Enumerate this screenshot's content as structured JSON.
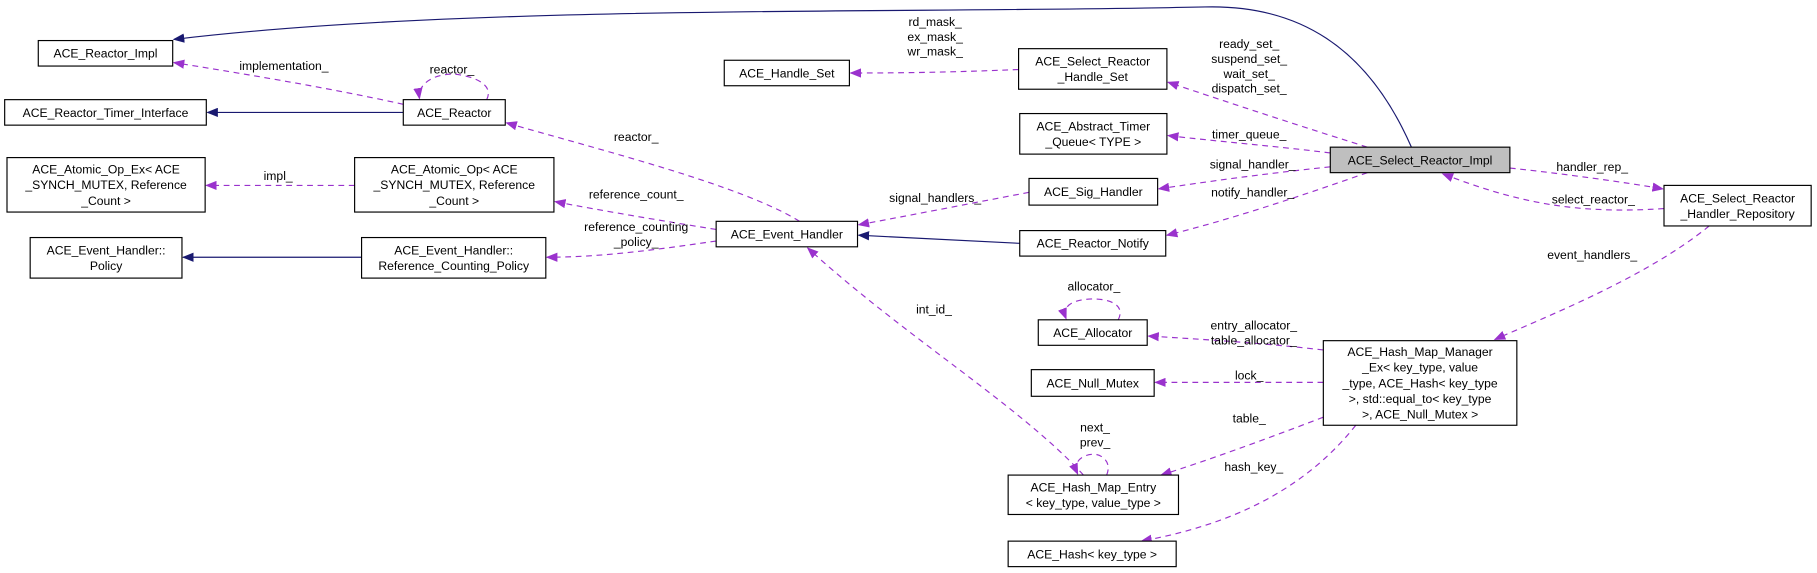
{
  "colors": {
    "inherit": "#191970",
    "member": "#9a32cd",
    "highlight_fill": "#bfbfbf"
  },
  "nodes": [
    {
      "id": "select_reactor_impl",
      "lines": [
        "ACE_Select_Reactor_Impl"
      ],
      "highlighted": true
    },
    {
      "id": "reactor_impl",
      "lines": [
        "ACE_Reactor_Impl"
      ]
    },
    {
      "id": "reactor",
      "lines": [
        "ACE_Reactor"
      ]
    },
    {
      "id": "reactor_timer_interface",
      "lines": [
        "ACE_Reactor_Timer_Interface"
      ]
    },
    {
      "id": "atomic_op_ex",
      "lines": [
        "ACE_Atomic_Op_Ex< ACE",
        "_SYNCH_MUTEX, Reference",
        "_Count >"
      ]
    },
    {
      "id": "atomic_op",
      "lines": [
        "ACE_Atomic_Op< ACE",
        "_SYNCH_MUTEX, Reference",
        "_Count >"
      ]
    },
    {
      "id": "eh_policy",
      "lines": [
        "ACE_Event_Handler::",
        "Policy"
      ]
    },
    {
      "id": "eh_ref_counting_policy",
      "lines": [
        "ACE_Event_Handler::",
        "Reference_Counting_Policy"
      ]
    },
    {
      "id": "event_handler",
      "lines": [
        "ACE_Event_Handler"
      ]
    },
    {
      "id": "handle_set",
      "lines": [
        "ACE_Handle_Set"
      ]
    },
    {
      "id": "select_reactor_handle_set",
      "lines": [
        "ACE_Select_Reactor",
        "_Handle_Set"
      ]
    },
    {
      "id": "abstract_timer_queue",
      "lines": [
        "ACE_Abstract_Timer",
        "_Queue< TYPE >"
      ]
    },
    {
      "id": "sig_handler",
      "lines": [
        "ACE_Sig_Handler"
      ]
    },
    {
      "id": "reactor_notify",
      "lines": [
        "ACE_Reactor_Notify"
      ]
    },
    {
      "id": "handler_repository",
      "lines": [
        "ACE_Select_Reactor",
        "_Handler_Repository"
      ]
    },
    {
      "id": "allocator",
      "lines": [
        "ACE_Allocator"
      ]
    },
    {
      "id": "null_mutex",
      "lines": [
        "ACE_Null_Mutex"
      ]
    },
    {
      "id": "hash_map_manager",
      "lines": [
        "ACE_Hash_Map_Manager",
        "_Ex< key_type, value",
        "_type, ACE_Hash< key_type",
        ">, std::equal_to< key_type",
        ">, ACE_Null_Mutex >"
      ]
    },
    {
      "id": "hash_map_entry",
      "lines": [
        "ACE_Hash_Map_Entry",
        "< key_type, value_type >"
      ]
    },
    {
      "id": "hash",
      "lines": [
        "ACE_Hash< key_type >"
      ]
    }
  ],
  "edges": [
    {
      "from": "select_reactor_impl",
      "to": "reactor_impl",
      "kind": "inherit",
      "label": []
    },
    {
      "from": "reactor",
      "to": "reactor_timer_interface",
      "kind": "inherit",
      "label": []
    },
    {
      "from": "eh_ref_counting_policy",
      "to": "eh_policy",
      "kind": "inherit",
      "label": []
    },
    {
      "from": "reactor_notify",
      "to": "event_handler",
      "kind": "inherit",
      "label": []
    },
    {
      "from": "reactor",
      "to": "reactor_impl",
      "kind": "member",
      "label": [
        "implementation_"
      ]
    },
    {
      "from": "reactor",
      "to": "reactor",
      "kind": "member",
      "label": [
        "reactor_"
      ]
    },
    {
      "from": "event_handler",
      "to": "reactor",
      "kind": "member",
      "label": [
        "reactor_"
      ]
    },
    {
      "from": "atomic_op",
      "to": "atomic_op_ex",
      "kind": "member",
      "label": [
        "impl_"
      ]
    },
    {
      "from": "event_handler",
      "to": "atomic_op",
      "kind": "member",
      "label": [
        "reference_count_"
      ]
    },
    {
      "from": "event_handler",
      "to": "eh_ref_counting_policy",
      "kind": "member",
      "label": [
        "reference_counting",
        "_policy_"
      ]
    },
    {
      "from": "sig_handler",
      "to": "event_handler",
      "kind": "member",
      "label": [
        "signal_handlers_"
      ]
    },
    {
      "from": "select_reactor_handle_set",
      "to": "handle_set",
      "kind": "member",
      "label": [
        "rd_mask_",
        "ex_mask_",
        "wr_mask_"
      ]
    },
    {
      "from": "select_reactor_impl",
      "to": "select_reactor_handle_set",
      "kind": "member",
      "label": [
        "ready_set_",
        "suspend_set_",
        "wait_set_",
        "dispatch_set_"
      ]
    },
    {
      "from": "select_reactor_impl",
      "to": "abstract_timer_queue",
      "kind": "member",
      "label": [
        "timer_queue_"
      ]
    },
    {
      "from": "select_reactor_impl",
      "to": "sig_handler",
      "kind": "member",
      "label": [
        "signal_handler_"
      ]
    },
    {
      "from": "select_reactor_impl",
      "to": "reactor_notify",
      "kind": "member",
      "label": [
        "notify_handler_"
      ]
    },
    {
      "from": "select_reactor_impl",
      "to": "handler_repository",
      "kind": "member",
      "label": [
        "handler_rep_"
      ]
    },
    {
      "from": "handler_repository",
      "to": "select_reactor_impl",
      "kind": "member",
      "label": [
        "select_reactor_"
      ]
    },
    {
      "from": "handler_repository",
      "to": "hash_map_manager",
      "kind": "member",
      "label": [
        "event_handlers_"
      ]
    },
    {
      "from": "hash_map_manager",
      "to": "allocator",
      "kind": "member",
      "label": [
        "entry_allocator_",
        "table_allocator_"
      ]
    },
    {
      "from": "allocator",
      "to": "allocator",
      "kind": "member",
      "label": [
        "allocator_"
      ]
    },
    {
      "from": "hash_map_manager",
      "to": "null_mutex",
      "kind": "member",
      "label": [
        "lock_"
      ]
    },
    {
      "from": "hash_map_manager",
      "to": "hash_map_entry",
      "kind": "member",
      "label": [
        "table_"
      ]
    },
    {
      "from": "hash_map_manager",
      "to": "hash",
      "kind": "member",
      "label": [
        "hash_key_"
      ]
    },
    {
      "from": "hash_map_entry",
      "to": "hash_map_entry",
      "kind": "member",
      "label": [
        "next_",
        "prev_"
      ]
    },
    {
      "from": "hash_map_entry",
      "to": "event_handler",
      "kind": "member",
      "label": [
        "int_id_"
      ]
    }
  ]
}
